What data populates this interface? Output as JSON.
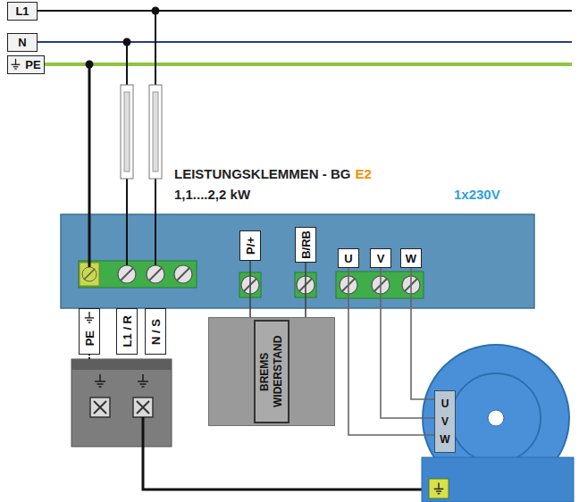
{
  "diagram": {
    "nodes": [
      {
        "text": [
          "L1"
        ]
      },
      {
        "text": [
          "N"
        ]
      },
      {
        "text": [
          "PE"
        ]
      },
      {
        "text": [
          "LEISTUNGSKLEMMEN - BG",
          "E2",
          "1,1....2,2 kW",
          "1x230V"
        ]
      },
      {
        "text": [
          "P/+"
        ],
        "in": 3
      },
      {
        "text": [
          "B/RB"
        ],
        "in": 3
      },
      {
        "text": [
          "U"
        ],
        "in": 3
      },
      {
        "text": [
          "V"
        ],
        "in": 3
      },
      {
        "text": [
          "W"
        ],
        "in": 3
      },
      {
        "text": [
          "PE"
        ]
      },
      {
        "text": [
          "L1 / R"
        ]
      },
      {
        "text": [
          "N / S"
        ]
      },
      {
        "text": [
          "BREMS WIDERSTAND"
        ]
      },
      {
        "text": [
          "U",
          "V",
          "W"
        ]
      }
    ],
    "edges": [
      {
        "from": 4,
        "to": 12,
        "arrow": "none"
      },
      {
        "from": 5,
        "to": 12,
        "arrow": "none"
      },
      {
        "from": 6,
        "to": 13,
        "arrow": "none"
      },
      {
        "from": 7,
        "to": 13,
        "arrow": "none"
      },
      {
        "from": 8,
        "to": 13,
        "arrow": "none"
      }
    ]
  }
}
